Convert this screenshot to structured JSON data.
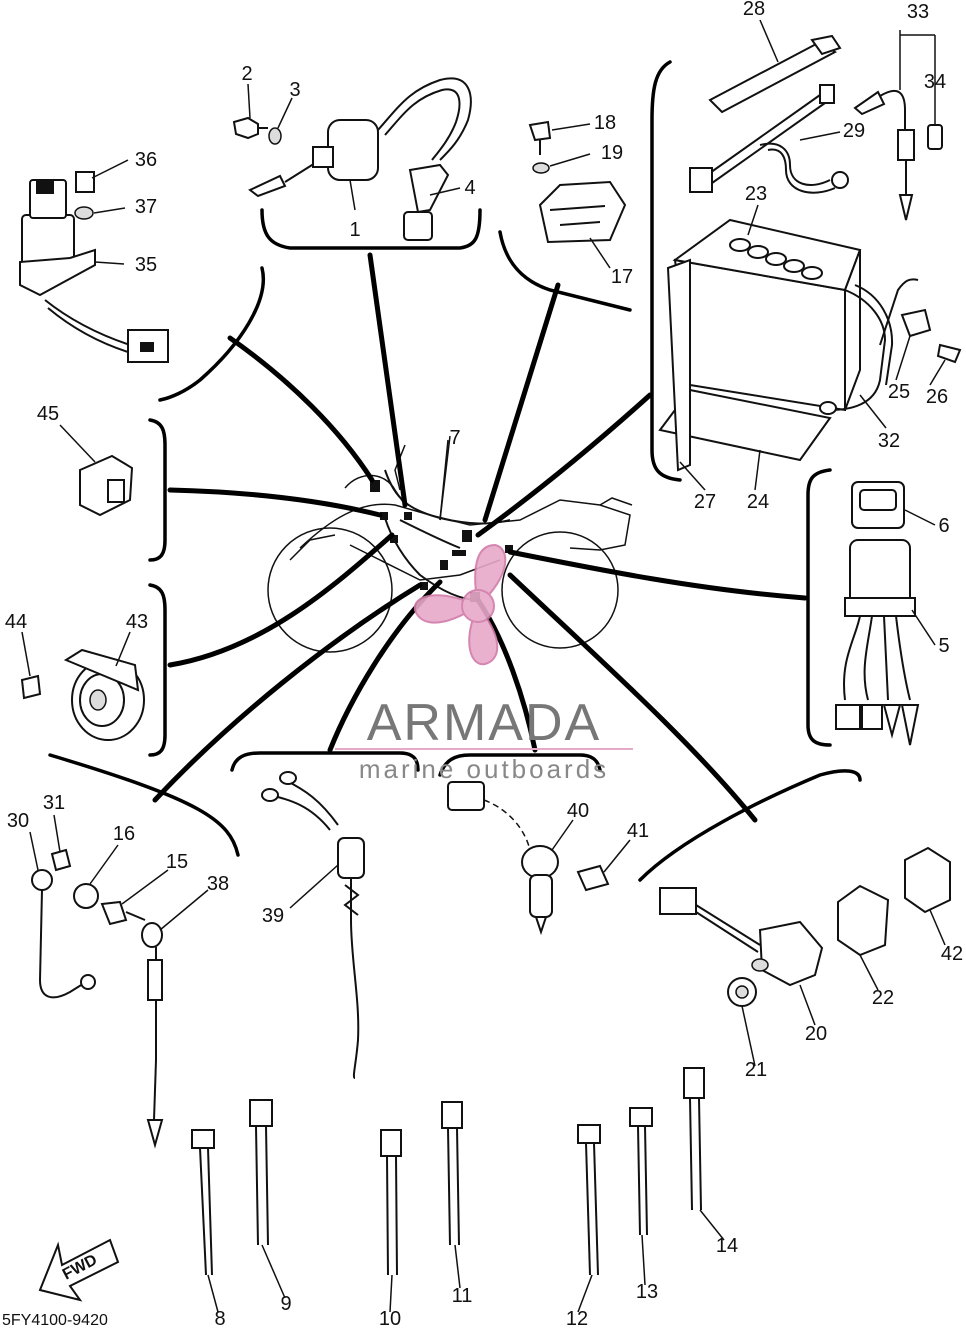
{
  "diagram": {
    "drawing_code": "5FY4100-9420",
    "fwd_label": "FWD",
    "callouts": [
      "1",
      "2",
      "3",
      "4",
      "5",
      "6",
      "7",
      "8",
      "9",
      "10",
      "11",
      "12",
      "13",
      "14",
      "15",
      "16",
      "17",
      "18",
      "19",
      "20",
      "21",
      "22",
      "23",
      "24",
      "25",
      "26",
      "27",
      "28",
      "29",
      "30",
      "31",
      "32",
      "33",
      "34",
      "35",
      "36",
      "37",
      "38",
      "39",
      "40",
      "41",
      "42",
      "43",
      "44",
      "45"
    ]
  },
  "watermark": {
    "brand": "ARMADA",
    "tagline": "marine outboards",
    "colors": {
      "propeller": "#e7a9c8",
      "text": "#7a7a7a",
      "line": "#e7a9c8"
    }
  }
}
